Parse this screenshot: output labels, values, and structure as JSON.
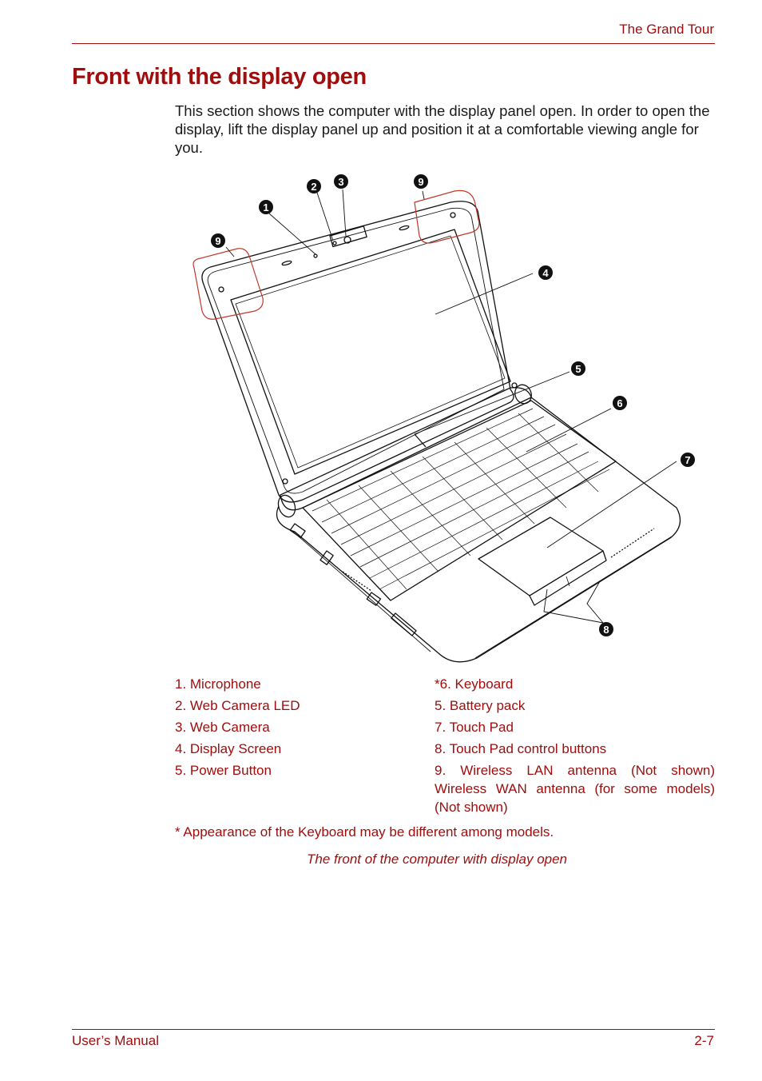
{
  "header": {
    "section_title": "The Grand Tour"
  },
  "page_title": "Front with the display open",
  "intro_text": "This section shows the computer with the display panel open. In order to open the display, lift the display panel up and position it at a comfortable viewing angle for you.",
  "figure": {
    "callouts": [
      "1",
      "2",
      "3",
      "4",
      "5",
      "6",
      "7",
      "8",
      "9",
      "9"
    ]
  },
  "legend": {
    "left": [
      "1. Microphone",
      "2. Web Camera LED",
      "3. Web Camera",
      "4. Display Screen",
      "5. Power Button"
    ],
    "right": [
      "*6. Keyboard",
      "5. Battery pack",
      "7. Touch Pad",
      "8. Touch Pad control buttons",
      "9. Wireless LAN antenna (Not shown) Wireless WAN antenna (for some models) (Not shown)"
    ]
  },
  "note": "* Appearance of the Keyboard may be different among models.",
  "caption": "The front of the computer with display open",
  "footer": {
    "manual": "User’s Manual",
    "page": "2-7"
  },
  "colors": {
    "accent": "#a00d0d"
  }
}
